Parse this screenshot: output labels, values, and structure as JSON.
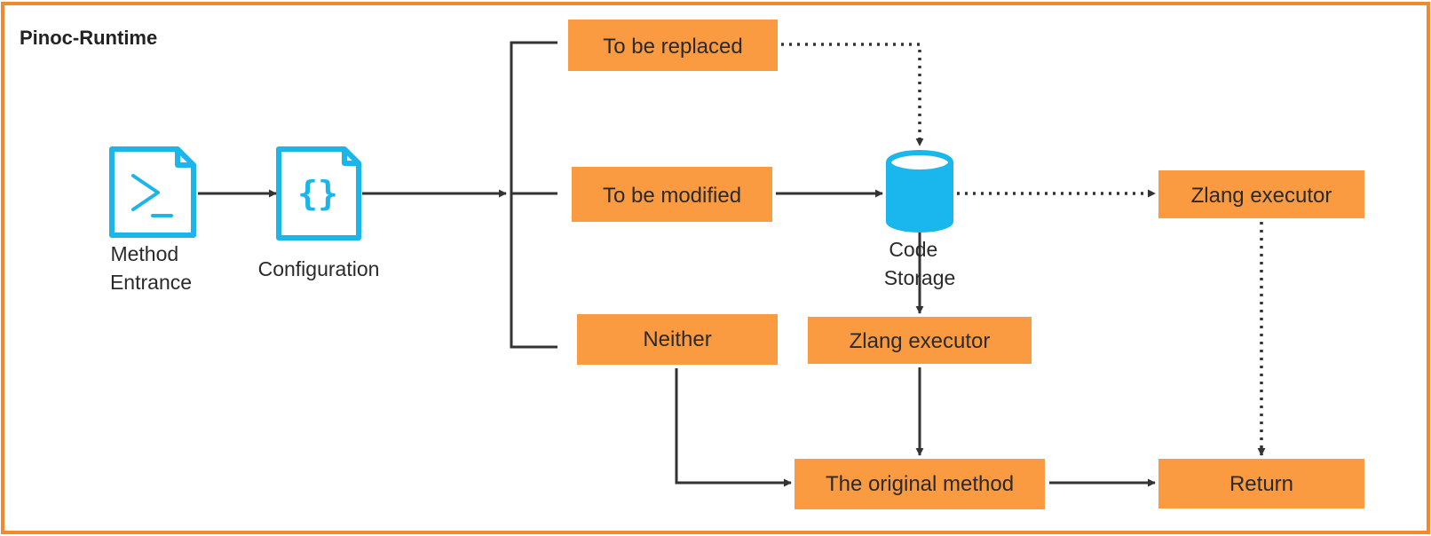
{
  "diagram": {
    "title": "Pinoc-Runtime",
    "nodes": {
      "method_entrance": [
        "Method",
        "Entrance"
      ],
      "configuration": "Configuration",
      "to_be_replaced": "To be replaced",
      "to_be_modified": "To be modified",
      "neither": "Neither",
      "code_storage": [
        "Code",
        "Storage"
      ],
      "zlang_executor_right": "Zlang executor",
      "zlang_executor_mid": "Zlang executor",
      "original_method": "The original method",
      "return": "Return"
    }
  },
  "colors": {
    "frame": "#f08a2c",
    "box_fill": "#fb9b41",
    "icon": "#1cb5ea",
    "line": "#333333"
  },
  "icons": {
    "method_entrance": "terminal-file-icon",
    "configuration": "braces-file-icon",
    "code_storage": "database-cylinder-icon"
  }
}
